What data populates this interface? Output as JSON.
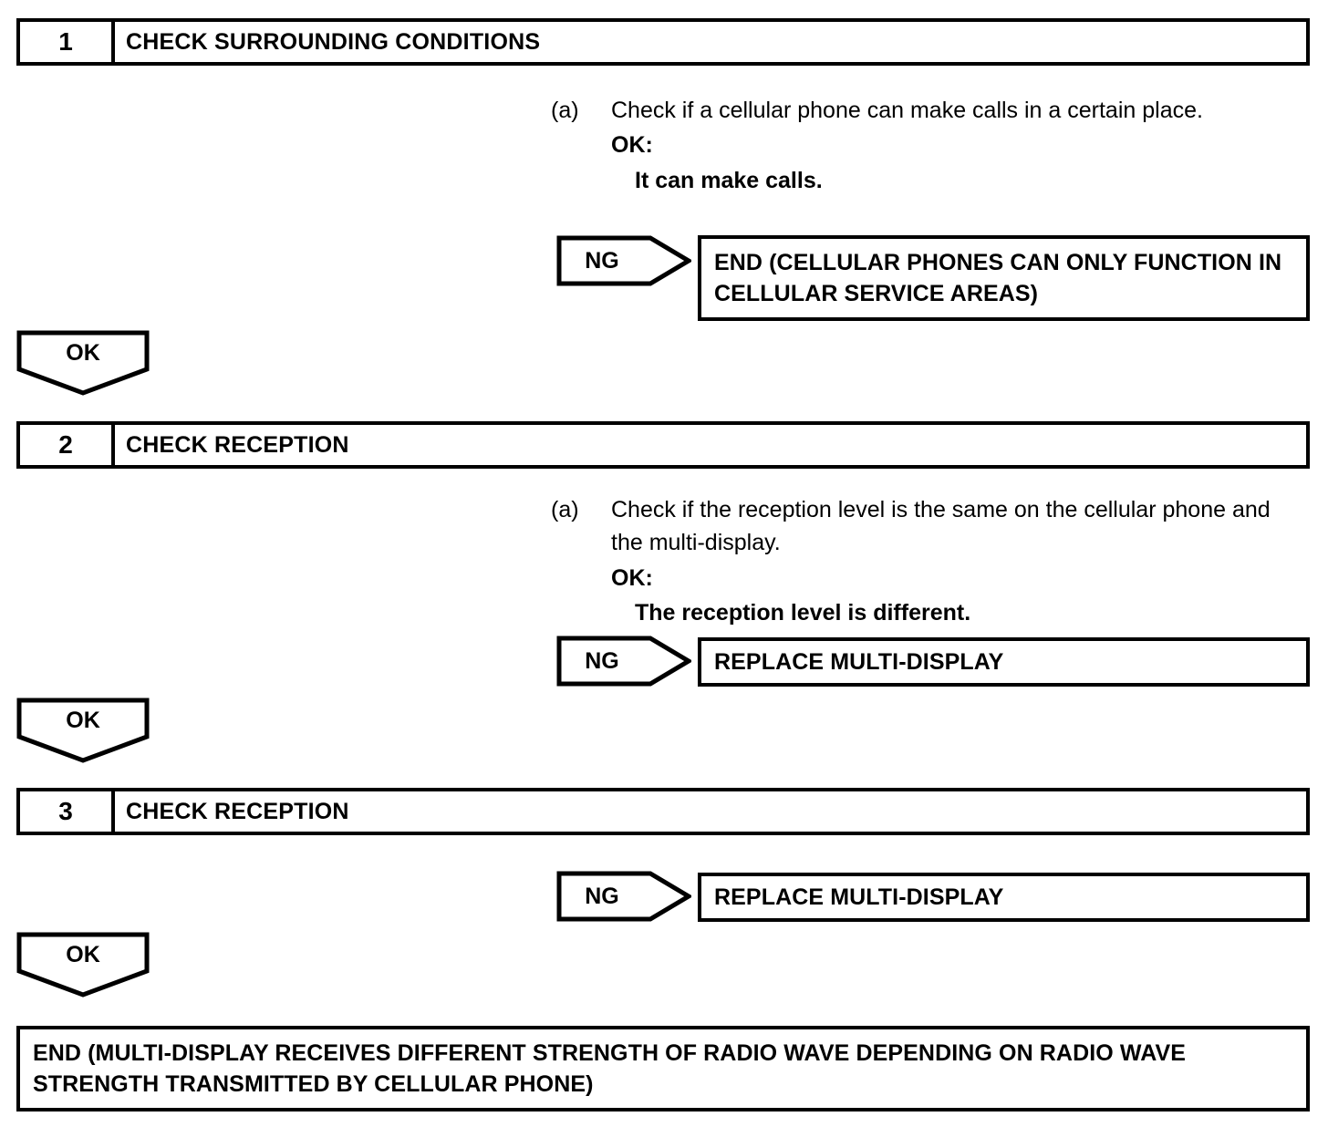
{
  "document": {
    "type": "troubleshooting-flowchart"
  },
  "steps": [
    {
      "number": "1",
      "title": "CHECK SURROUNDING CONDITIONS",
      "instruction": {
        "marker": "(a)",
        "text": "Check if a cellular phone can make calls in a certain place.",
        "ok_label": "OK:",
        "ok_value": "It can make calls."
      },
      "ng_label": "NG",
      "ng_result": "END (CELLULAR PHONES CAN ONLY FUNCTION IN CELLULAR SERVICE AREAS)",
      "ok_label": "OK"
    },
    {
      "number": "2",
      "title": "CHECK RECEPTION",
      "instruction": {
        "marker": "(a)",
        "text": "Check if the reception level is the same on the cellular phone and the multi-display.",
        "ok_label": "OK:",
        "ok_value": "The reception level is different."
      },
      "ng_label": "NG",
      "ng_result": "REPLACE MULTI-DISPLAY",
      "ok_label": "OK"
    },
    {
      "number": "3",
      "title": "CHECK RECEPTION",
      "ng_label": "NG",
      "ng_result": "REPLACE MULTI-DISPLAY",
      "ok_label": "OK"
    }
  ],
  "final": {
    "text": "END (MULTI-DISPLAY RECEIVES DIFFERENT STRENGTH OF RADIO WAVE DEPENDING ON RADIO WAVE STRENGTH TRANSMITTED BY CELLULAR PHONE)"
  },
  "colors": {
    "stroke": "#000000",
    "background": "#ffffff"
  }
}
